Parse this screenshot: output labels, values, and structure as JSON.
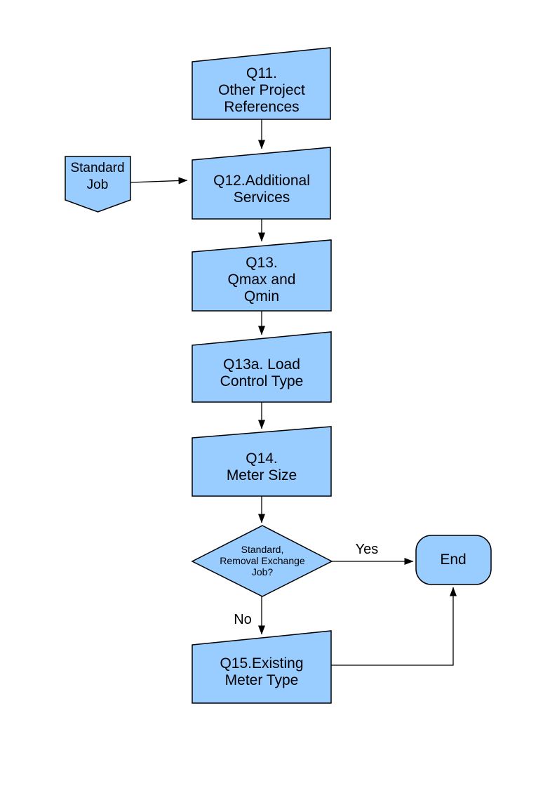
{
  "page": {
    "background": "#ffffff"
  },
  "diagram": {
    "shape_fill": "#99ccff",
    "shape_stroke": "#000000",
    "nodes": [
      {
        "id": "q11",
        "type": "manual-input",
        "label": "Q11.\nOther Project\nReferences"
      },
      {
        "id": "standard-job",
        "type": "off-page-connector",
        "label": "Standard\nJob"
      },
      {
        "id": "q12",
        "type": "manual-input",
        "label": "Q12.Additional\nServices"
      },
      {
        "id": "q13",
        "type": "manual-input",
        "label": "Q13.\nQmax and\nQmin"
      },
      {
        "id": "q13a",
        "type": "manual-input",
        "label": "Q13a. Load\nControl Type"
      },
      {
        "id": "q14",
        "type": "manual-input",
        "label": "Q14.\nMeter Size"
      },
      {
        "id": "decision",
        "type": "decision",
        "label": "Standard,\nRemoval Exchange\nJob?"
      },
      {
        "id": "end",
        "type": "terminator",
        "label": "End"
      },
      {
        "id": "q15",
        "type": "manual-input",
        "label": "Q15.Existing\nMeter Type"
      }
    ],
    "edges": [
      {
        "from": "q11",
        "to": "q12",
        "label": ""
      },
      {
        "from": "standard-job",
        "to": "q12",
        "label": ""
      },
      {
        "from": "q12",
        "to": "q13",
        "label": ""
      },
      {
        "from": "q13",
        "to": "q13a",
        "label": ""
      },
      {
        "from": "q13a",
        "to": "q14",
        "label": ""
      },
      {
        "from": "q14",
        "to": "decision",
        "label": ""
      },
      {
        "from": "decision",
        "to": "end",
        "label": "Yes"
      },
      {
        "from": "decision",
        "to": "q15",
        "label": "No"
      },
      {
        "from": "q15",
        "to": "end",
        "label": ""
      }
    ]
  }
}
